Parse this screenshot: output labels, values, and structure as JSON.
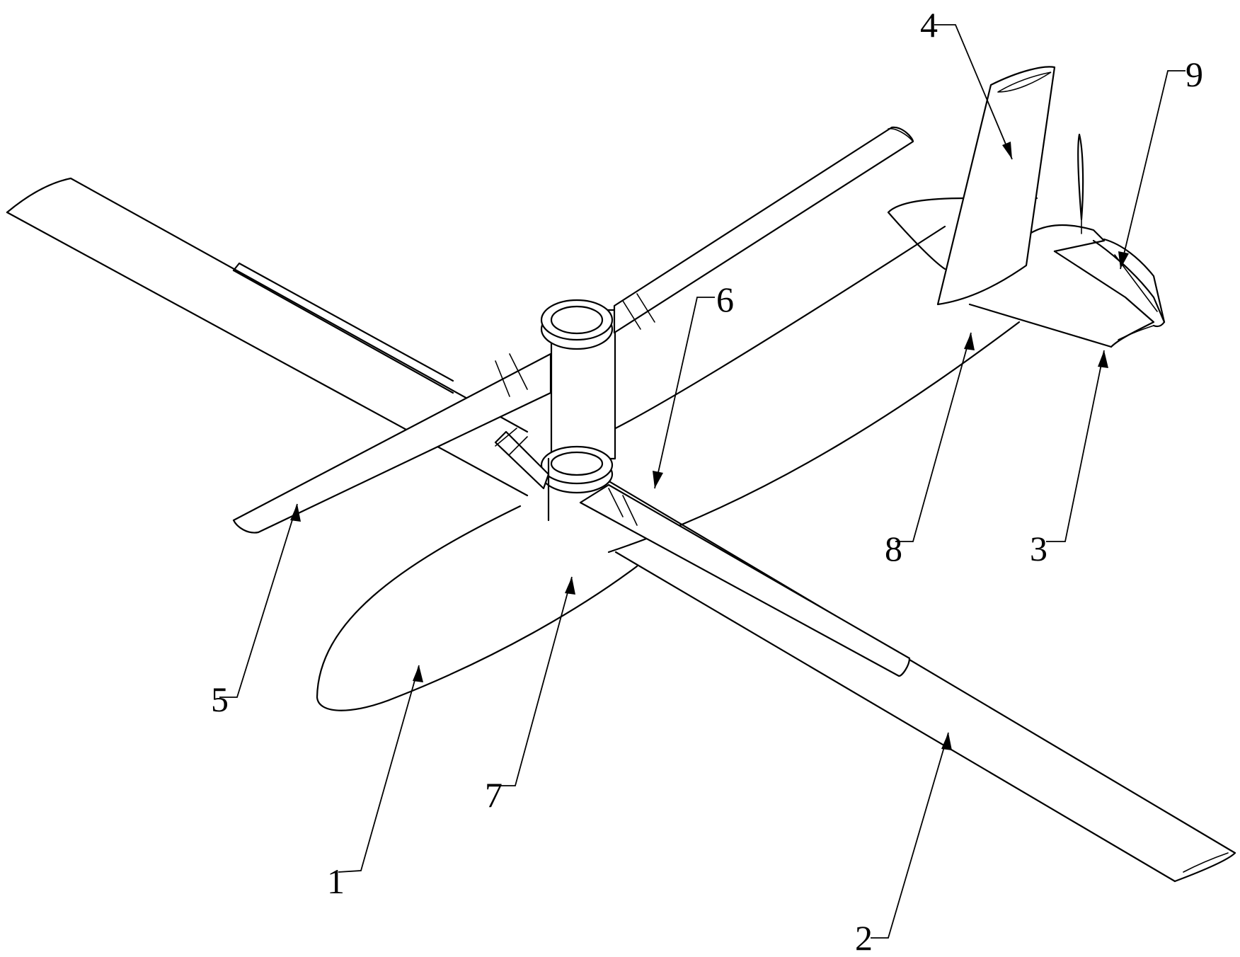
{
  "labels": [
    {
      "id": "1",
      "text": "1"
    },
    {
      "id": "2",
      "text": "2"
    },
    {
      "id": "3",
      "text": "3"
    },
    {
      "id": "4",
      "text": "4"
    },
    {
      "id": "5",
      "text": "5"
    },
    {
      "id": "6",
      "text": "6"
    },
    {
      "id": "7",
      "text": "7"
    },
    {
      "id": "8",
      "text": "8"
    },
    {
      "id": "9",
      "text": "9"
    }
  ]
}
